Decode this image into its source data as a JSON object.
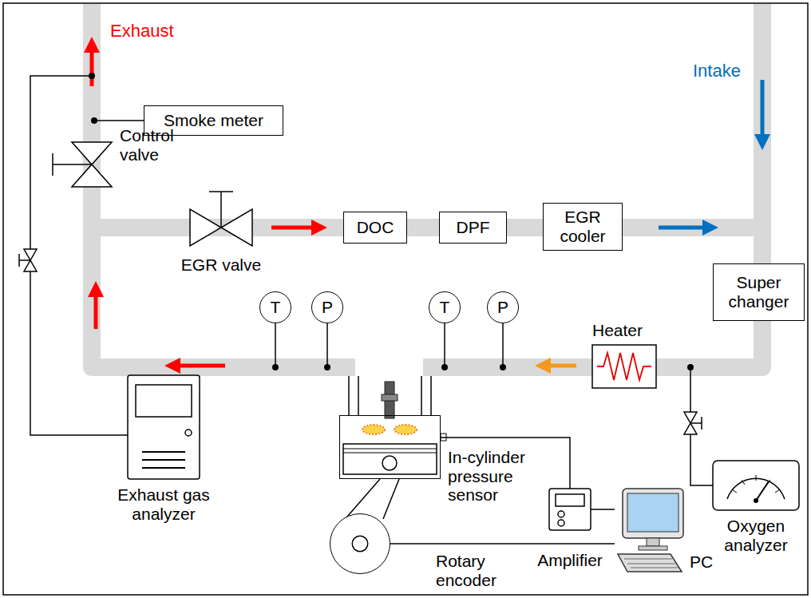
{
  "diagram": {
    "nodes": [
      {
        "text": [
          "Smoke meter"
        ]
      },
      {
        "text": [
          "Control valve"
        ]
      },
      {
        "text": [
          "EGR valve"
        ]
      },
      {
        "text": [
          "DOC"
        ]
      },
      {
        "text": [
          "DPF"
        ]
      },
      {
        "text": [
          "EGR cooler"
        ]
      },
      {
        "text": [
          "Super changer"
        ]
      },
      {
        "text": [
          "T"
        ]
      },
      {
        "text": [
          "P"
        ]
      },
      {
        "text": [
          "T"
        ]
      },
      {
        "text": [
          "P"
        ]
      },
      {
        "text": [
          "Heater"
        ]
      },
      {
        "text": [
          "In-cylinder pressure sensor"
        ]
      },
      {
        "text": [
          "Exhaust gas analyzer"
        ]
      },
      {
        "text": [
          "Amplifier"
        ]
      },
      {
        "text": [
          "Oxygen analyzer"
        ]
      },
      {
        "text": [
          "PC"
        ]
      },
      {
        "text": [
          "Rotary encoder"
        ]
      }
    ],
    "edges": [
      {
        "from": 12,
        "to": 14,
        "arrow": "none"
      },
      {
        "from": 14,
        "to": 16,
        "arrow": "none"
      },
      {
        "from": 17,
        "to": 16,
        "arrow": "none"
      }
    ],
    "labels": [
      "Exhaust",
      "Intake"
    ]
  }
}
